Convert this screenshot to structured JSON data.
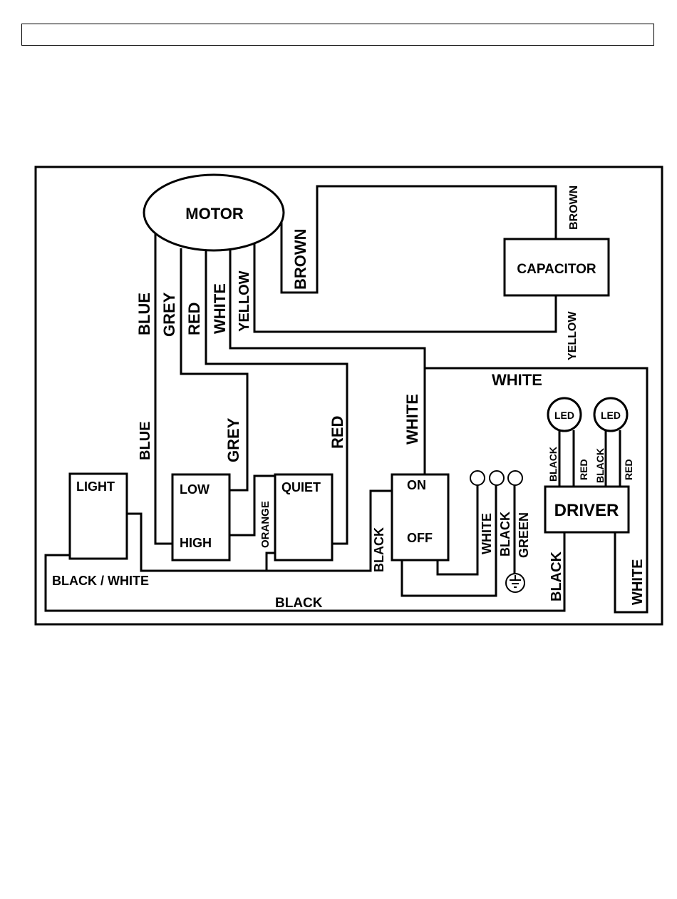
{
  "components": {
    "motor": "MOTOR",
    "capacitor": "CAPACITOR",
    "light": "LIGHT",
    "low": "LOW",
    "high": "HIGH",
    "quiet": "QUIET",
    "on": "ON",
    "off": "OFF",
    "driver": "DRIVER",
    "led1": "LED",
    "led2": "LED"
  },
  "wires": {
    "blue_upper": "BLUE",
    "grey_upper": "GREY",
    "red_upper": "RED",
    "white_upper": "WHITE",
    "yellow_upper": "YELLOW",
    "brown_motor": "BROWN",
    "brown_cap": "BROWN",
    "yellow_cap": "YELLOW",
    "white_top": "WHITE",
    "white_switch": "WHITE",
    "blue_lower": "BLUE",
    "grey_lower": "GREY",
    "red_lower": "RED",
    "orange": "ORANGE",
    "black_switch": "BLACK",
    "white_term": "WHITE",
    "black_term": "BLACK",
    "green_term": "GREEN",
    "black_led1": "BLACK",
    "red_led1": "RED",
    "black_led2": "BLACK",
    "red_led2": "RED",
    "black_driver": "BLACK",
    "white_driver": "WHITE",
    "black_white": "BLACK / WHITE",
    "black_bottom": "BLACK"
  },
  "icons": {
    "ground": "ground-icon"
  }
}
